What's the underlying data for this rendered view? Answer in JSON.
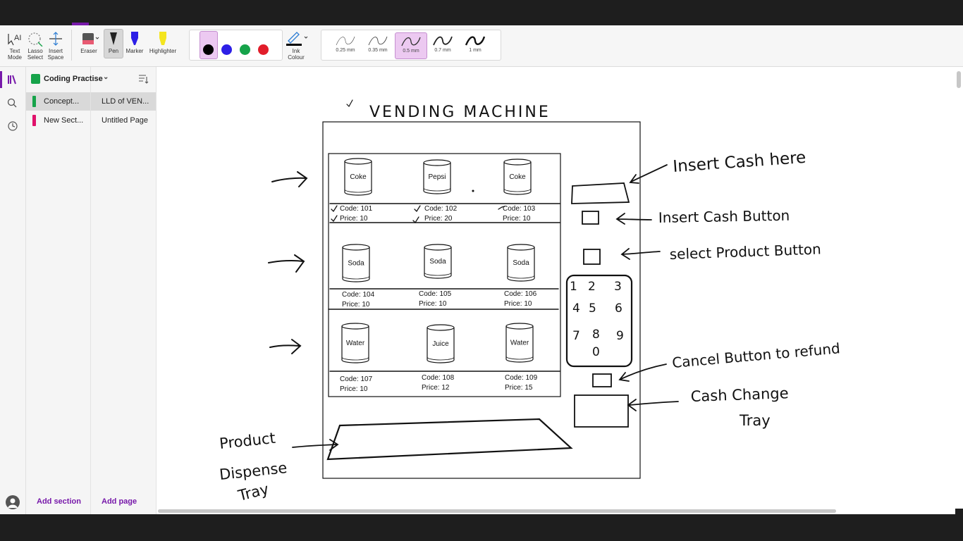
{
  "ribbon": {
    "tools": [
      {
        "name": "text-mode",
        "label_lines": [
          "Text",
          "Mode"
        ]
      },
      {
        "name": "lasso-select",
        "label_lines": [
          "Lasso",
          "Select"
        ]
      },
      {
        "name": "insert-space",
        "label_lines": [
          "Insert",
          "Space"
        ]
      },
      {
        "name": "eraser",
        "label_lines": [
          "Eraser"
        ]
      },
      {
        "name": "pen",
        "label_lines": [
          "Pen"
        ]
      },
      {
        "name": "marker",
        "label_lines": [
          "Marker"
        ]
      },
      {
        "name": "highlighter",
        "label_lines": [
          "Highlighter"
        ]
      }
    ],
    "colors": [
      "#000000",
      "#2d1fe6",
      "#16a34a",
      "#e11d2a"
    ],
    "ink_colour_label_lines": [
      "Ink",
      "Colour"
    ],
    "thickness": [
      "0.25 mm",
      "0.35 mm",
      "0.5 mm",
      "0.7 mm",
      "1 mm"
    ],
    "selected_thickness": "0.5 mm",
    "accent": "#7719aa"
  },
  "notebook": {
    "name": "Coding Practise",
    "sections": [
      {
        "label": "Concept...",
        "color": "#16a34a",
        "selected": true
      },
      {
        "label": "New Sect...",
        "color": "#e0126b",
        "selected": false
      }
    ],
    "pages": [
      {
        "label": "LLD of VEN...",
        "selected": true
      },
      {
        "label": "Untitled Page",
        "selected": false
      }
    ],
    "add_section": "Add section",
    "add_page": "Add page"
  },
  "drawing": {
    "title": "VENDING MACHINE",
    "products": [
      {
        "name": "Coke",
        "code": "Code: 101",
        "price": "Price:  10"
      },
      {
        "name": "Pepsi",
        "code": "Code: 102",
        "price": "Price:  20"
      },
      {
        "name": "Coke",
        "code": "Code: 103",
        "price": "Price:  10"
      },
      {
        "name": "Soda",
        "code": "Code: 104",
        "price": "Price:  10"
      },
      {
        "name": "Soda",
        "code": "Code: 105",
        "price": "Price:  10"
      },
      {
        "name": "Soda",
        "code": "Code: 106",
        "price": "Price:  10"
      },
      {
        "name": "Water",
        "code": "Code: 107",
        "price": "Price:  10"
      },
      {
        "name": "Juice",
        "code": "Code: 108",
        "price": "Price:  12"
      },
      {
        "name": "Water",
        "code": "Code: 109",
        "price": "Price:  15"
      }
    ],
    "keypad": [
      "1",
      "2",
      "3",
      "4",
      "5",
      "6",
      "7",
      "8",
      "9",
      "0"
    ],
    "annotations": {
      "insert_cash_here": "Insert Cash here",
      "insert_cash_button": "Insert Cash Button",
      "select_product_button": "select Product Button",
      "cancel_button": "Cancel Button to refund",
      "cash_change_tray_line1": "Cash Change",
      "cash_change_tray_line2": "Tray",
      "dispense_tray_line1": "Product",
      "dispense_tray_line2": "Dispense",
      "dispense_tray_line3": "Tray"
    }
  }
}
